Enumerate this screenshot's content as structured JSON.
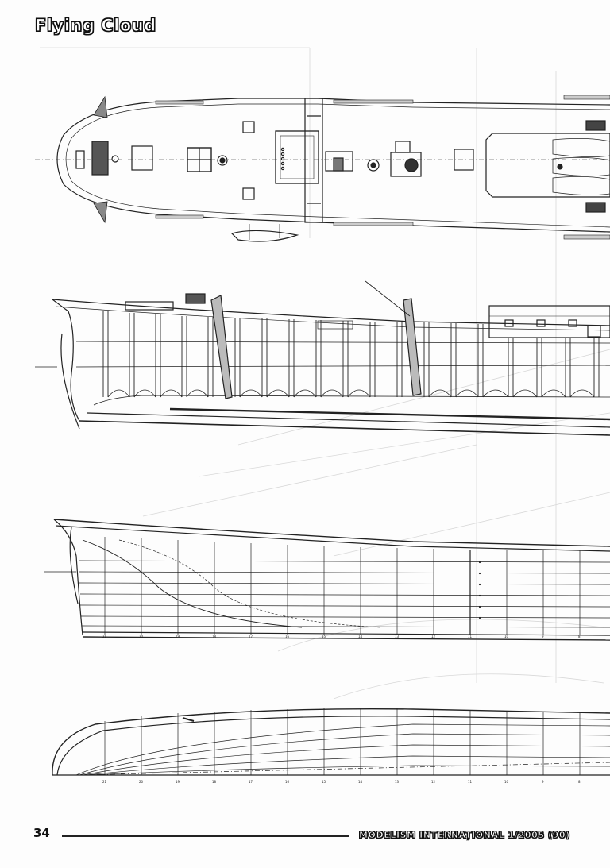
{
  "page": {
    "title": "Flying Cloud",
    "page_number": "34",
    "journal_line": "MODELISM INTERNAȚIONAL 1/2005 (90)"
  },
  "views": [
    {
      "name": "deck-plan"
    },
    {
      "name": "inboard-profile"
    },
    {
      "name": "sheer-plan"
    },
    {
      "name": "half-breadth-plan"
    }
  ],
  "station_labels": [
    "21",
    "20",
    "19",
    "18",
    "17",
    "16",
    "15",
    "14",
    "13",
    "12",
    "11",
    "10",
    "9",
    "8"
  ],
  "colors": {
    "ink": "#222222",
    "faint": "#d8d8d8",
    "paper": "#fdfdfd"
  }
}
